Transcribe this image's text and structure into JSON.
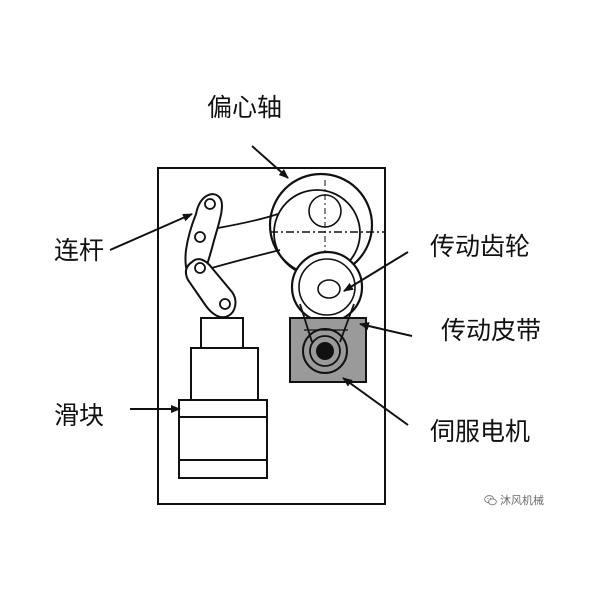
{
  "labels": {
    "eccentric_shaft": "偏心轴",
    "connecting_rod": "连杆",
    "slider": "滑块",
    "transmission_gear": "传动齿轮",
    "transmission_belt": "传动皮带",
    "servo_motor": "伺服电机"
  },
  "watermark": {
    "text": "沐风机械",
    "icon": "wechat-icon"
  },
  "colors": {
    "stroke": "#111111",
    "motor_fill": "#9a9a9a",
    "background": "#ffffff"
  }
}
